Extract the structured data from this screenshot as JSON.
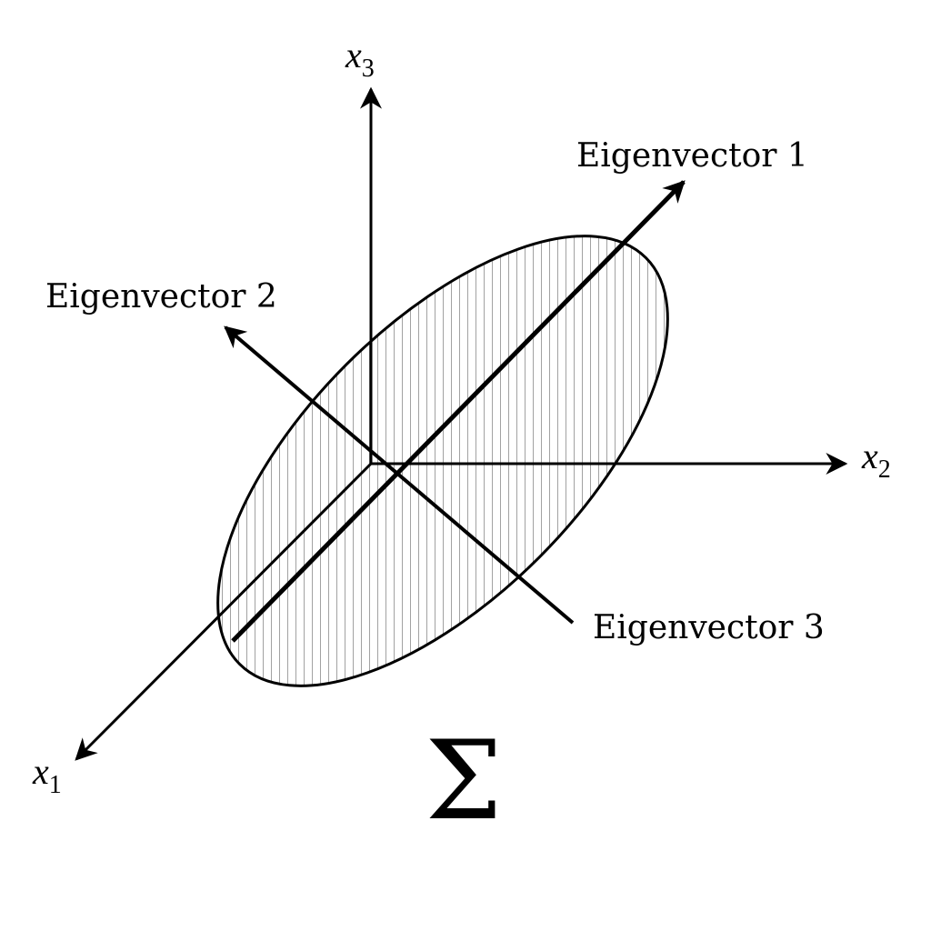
{
  "axes": {
    "x1": {
      "symbol": "x",
      "subscript": "1"
    },
    "x2": {
      "symbol": "x",
      "subscript": "2"
    },
    "x3": {
      "symbol": "x",
      "subscript": "3"
    }
  },
  "eigenvectors": {
    "ev1": "Eigenvector 1",
    "ev2": "Eigenvector 2",
    "ev3": "Eigenvector 3"
  },
  "covariance_symbol": "Σ",
  "colors": {
    "stroke": "#000000",
    "hatch": "#8a8a8a",
    "background": "#ffffff"
  }
}
